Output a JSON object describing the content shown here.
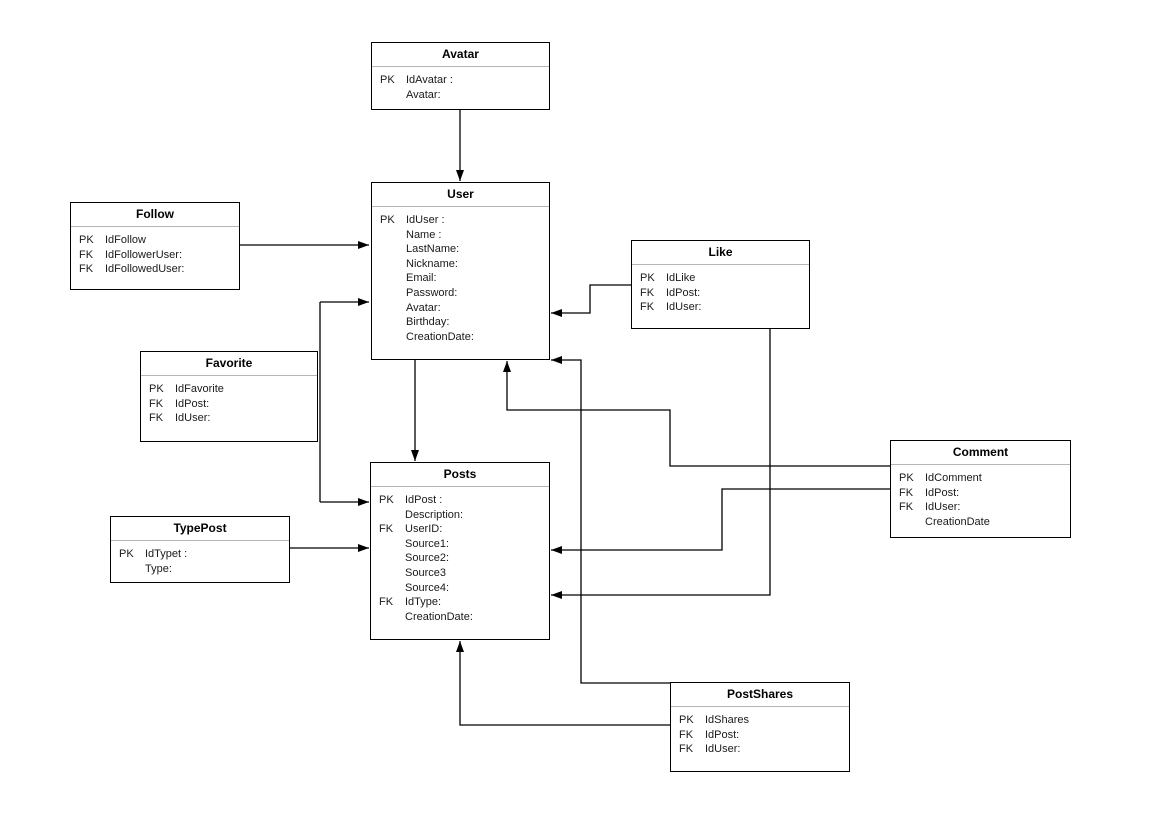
{
  "entities": {
    "avatar": {
      "title": "Avatar",
      "rows": [
        {
          "k": "PK",
          "n": "IdAvatar :"
        },
        {
          "k": "",
          "n": "Avatar:"
        }
      ]
    },
    "user": {
      "title": "User",
      "rows": [
        {
          "k": "PK",
          "n": "IdUser :"
        },
        {
          "k": "",
          "n": "Name :"
        },
        {
          "k": "",
          "n": "LastName:"
        },
        {
          "k": "",
          "n": "Nickname:"
        },
        {
          "k": "",
          "n": "Email:"
        },
        {
          "k": "",
          "n": "Password:"
        },
        {
          "k": "",
          "n": "Avatar:"
        },
        {
          "k": "",
          "n": "Birthday:"
        },
        {
          "k": "",
          "n": "CreationDate:"
        }
      ]
    },
    "follow": {
      "title": "Follow",
      "rows": [
        {
          "k": "PK",
          "n": "IdFollow"
        },
        {
          "k": "FK",
          "n": "IdFollowerUser:"
        },
        {
          "k": "FK",
          "n": "IdFollowedUser:"
        }
      ]
    },
    "like": {
      "title": "Like",
      "rows": [
        {
          "k": "PK",
          "n": "IdLike"
        },
        {
          "k": "FK",
          "n": "IdPost:"
        },
        {
          "k": "FK",
          "n": "IdUser:"
        }
      ]
    },
    "favorite": {
      "title": "Favorite",
      "rows": [
        {
          "k": "PK",
          "n": "IdFavorite"
        },
        {
          "k": "FK",
          "n": "IdPost:"
        },
        {
          "k": "FK",
          "n": "IdUser:"
        }
      ]
    },
    "posts": {
      "title": "Posts",
      "rows": [
        {
          "k": "PK",
          "n": "IdPost :"
        },
        {
          "k": "",
          "n": "Description:"
        },
        {
          "k": "FK",
          "n": "UserID:"
        },
        {
          "k": "",
          "n": "Source1:"
        },
        {
          "k": "",
          "n": "Source2:"
        },
        {
          "k": "",
          "n": "Source3"
        },
        {
          "k": "",
          "n": "Source4:"
        },
        {
          "k": "FK",
          "n": "IdType:"
        },
        {
          "k": "",
          "n": "CreationDate:"
        }
      ]
    },
    "typepost": {
      "title": "TypePost",
      "rows": [
        {
          "k": "PK",
          "n": "IdTypet :"
        },
        {
          "k": "",
          "n": "Type:"
        }
      ]
    },
    "comment": {
      "title": "Comment",
      "rows": [
        {
          "k": "PK",
          "n": "IdComment"
        },
        {
          "k": "FK",
          "n": "IdPost:"
        },
        {
          "k": "FK",
          "n": "IdUser:"
        },
        {
          "k": "",
          "n": "CreationDate"
        }
      ]
    },
    "postshares": {
      "title": "PostShares",
      "rows": [
        {
          "k": "PK",
          "n": "IdShares"
        },
        {
          "k": "FK",
          "n": "IdPost:"
        },
        {
          "k": "FK",
          "n": "IdUser:"
        }
      ]
    }
  },
  "relationships": [
    {
      "from": "Avatar",
      "to": "User"
    },
    {
      "from": "Follow",
      "to": "User"
    },
    {
      "from": "Favorite",
      "to": "User"
    },
    {
      "from": "Favorite",
      "to": "Posts"
    },
    {
      "from": "Like",
      "to": "User"
    },
    {
      "from": "Like",
      "to": "Posts"
    },
    {
      "from": "User",
      "to": "Posts"
    },
    {
      "from": "TypePost",
      "to": "Posts"
    },
    {
      "from": "Comment",
      "to": "User"
    },
    {
      "from": "Comment",
      "to": "Posts"
    },
    {
      "from": "PostShares",
      "to": "User"
    },
    {
      "from": "PostShares",
      "to": "Posts"
    }
  ],
  "colors": {
    "line": "#000000",
    "box_border": "#000000",
    "box_fill": "#ffffff",
    "divider": "#b5b5b5"
  }
}
